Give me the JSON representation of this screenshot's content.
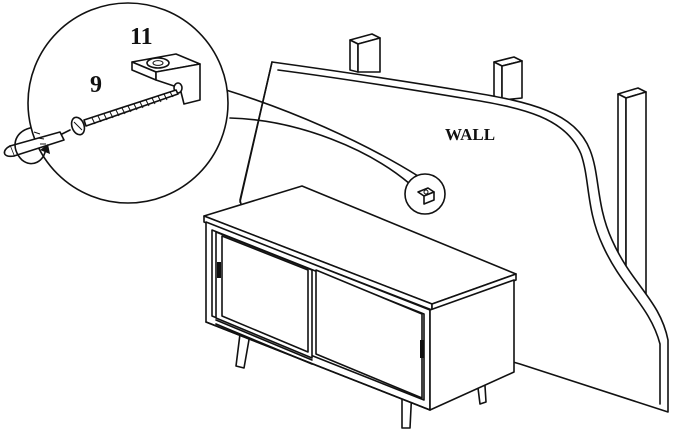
{
  "labels": {
    "bracket_part": "11",
    "screw_part": "9",
    "wall": "WALL"
  },
  "colors": {
    "line": "#111111",
    "background": "#ffffff"
  },
  "icons": [
    "screwdriver-icon",
    "rotation-arrow-icon",
    "screw-icon",
    "bracket-icon"
  ]
}
